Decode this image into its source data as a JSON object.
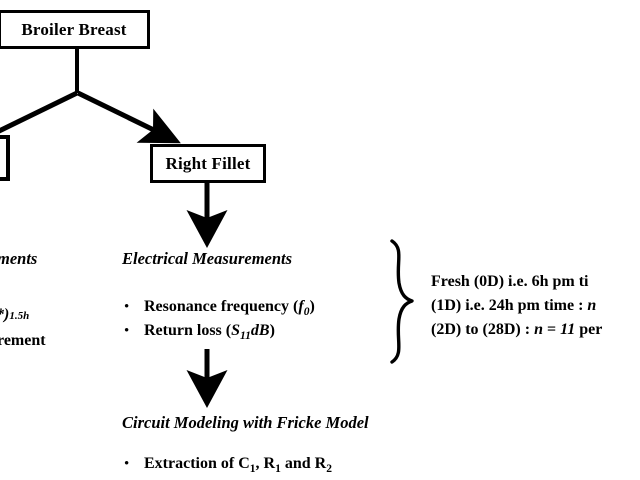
{
  "diagram": {
    "title": "Broiler breast electrical measurement workflow",
    "stroke_color": "#000000",
    "background_color": "#ffffff",
    "nodes": [
      {
        "id": "broiler-breast",
        "label": "Broiler Breast"
      },
      {
        "id": "right-fillet",
        "label": "Right Fillet"
      },
      {
        "id": "left-fillet",
        "label": ""
      }
    ],
    "left_branch": {
      "heading_fragment": "ments",
      "line_fragment_a": "*)",
      "line_fragment_a_sub": "1.5h",
      "line_fragment_b": "rement"
    },
    "electrical": {
      "heading": "Electrical Measurements",
      "bullets": [
        {
          "marker": "•",
          "text": "Resonance frequency (",
          "italic": "f",
          "italic_sub": "0",
          "tail": ")"
        },
        {
          "marker": "•",
          "text": "Return  loss (",
          "italic": "S",
          "italic_sub": "11",
          "italic_tail": "dB",
          "tail": ")"
        }
      ]
    },
    "circuit": {
      "heading": "Circuit Modeling with Fricke Model",
      "bullets": [
        {
          "marker": "•",
          "text": "Extraction  of C",
          "sub1": "1",
          "mid": ", R",
          "sub2": "1",
          "mid2": " and R",
          "sub3": "2"
        }
      ]
    },
    "brace_legend": {
      "brace_glyph": "}",
      "lines": [
        "Fresh  (0D)  i.e.  6h pm ti",
        "(1D) i.e.  24h pm time : n",
        "(2D) to (28D) : n = 11 per"
      ],
      "line3_parts": {
        "prefix": "(2D) to (28D) : ",
        "var": "n",
        "eq": " = ",
        "value": "11",
        "suffix": " per"
      },
      "line2_parts": {
        "prefix": "(1D) i.e.  24h pm time : ",
        "var": "n"
      }
    },
    "arrows": [
      {
        "id": "broiler-to-right-fillet",
        "type": "diagonal-arrow"
      },
      {
        "id": "broiler-to-left-fillet",
        "type": "diagonal-line"
      },
      {
        "id": "right-fillet-to-electrical",
        "type": "down-arrow"
      },
      {
        "id": "electrical-to-circuit",
        "type": "down-arrow"
      }
    ]
  }
}
